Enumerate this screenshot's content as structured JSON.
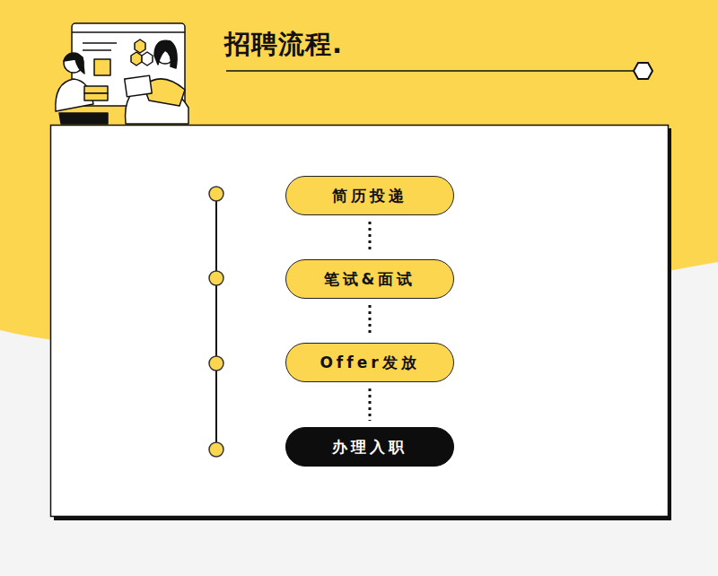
{
  "diagram": {
    "title": "招聘流程.",
    "nodes": [
      {
        "text": [
          "简历投递"
        ]
      },
      {
        "text": [
          "笔试&面试"
        ]
      },
      {
        "text": [
          "Offer发放"
        ]
      },
      {
        "text": [
          "办理入职"
        ]
      }
    ],
    "edges": [
      {
        "from": 0,
        "to": 1,
        "arrow": "none"
      },
      {
        "from": 1,
        "to": 2,
        "arrow": "none"
      },
      {
        "from": 2,
        "to": 3,
        "arrow": "none"
      }
    ]
  }
}
